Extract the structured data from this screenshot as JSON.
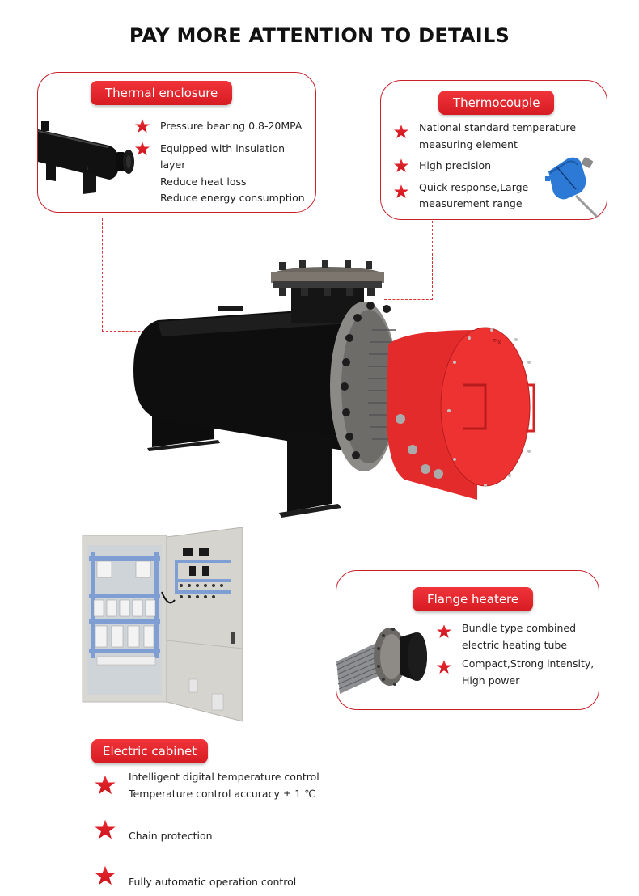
{
  "page": {
    "title": "PAY MORE ATTENTION TO DETAILS",
    "accent_color": "#d71b22",
    "border_color": "#c8202a"
  },
  "thermal_enclosure": {
    "label": "Thermal enclosure",
    "image": "black-horizontal-tank-photo",
    "features": [
      {
        "icon": "star-icon",
        "lines": [
          "Pressure bearing 0.8-20MPA"
        ]
      },
      {
        "icon": "star-icon",
        "lines": [
          "Equipped with insulation layer",
          "Reduce heat loss",
          "Reduce energy consumption"
        ]
      }
    ]
  },
  "thermocouple": {
    "label": "Thermocouple",
    "image": "blue-thermocouple-head-photo",
    "features": [
      {
        "icon": "star-icon",
        "lines": [
          "National standard temperature",
          "measuring element"
        ]
      },
      {
        "icon": "star-icon",
        "lines": [
          "High precision"
        ]
      },
      {
        "icon": "star-icon",
        "lines": [
          "Quick response,Large",
          "measurement range"
        ]
      }
    ]
  },
  "main_product": {
    "image": "flange-heater-with-red-junction-box-photo",
    "junction_box_marking": "Ex"
  },
  "flange_heater": {
    "label": "Flange heatere",
    "image": "bundle-heating-tube-photo",
    "features": [
      {
        "icon": "star-icon",
        "lines": [
          "Bundle type combined",
          "electric heating tube"
        ]
      },
      {
        "icon": "star-icon",
        "lines": [
          "Compact,Strong intensity,",
          "High power"
        ]
      }
    ]
  },
  "electric_cabinet": {
    "label": "Electric cabinet",
    "image": "open-electric-control-cabinet-photo",
    "features": [
      {
        "icon": "star-icon",
        "lines": [
          "Intelligent digital temperature control",
          "Temperature control accuracy ± 1 ℃"
        ]
      },
      {
        "icon": "star-icon",
        "lines": [
          "Chain protection"
        ]
      },
      {
        "icon": "star-icon",
        "lines": [
          "Fully automatic operation control"
        ]
      }
    ]
  }
}
